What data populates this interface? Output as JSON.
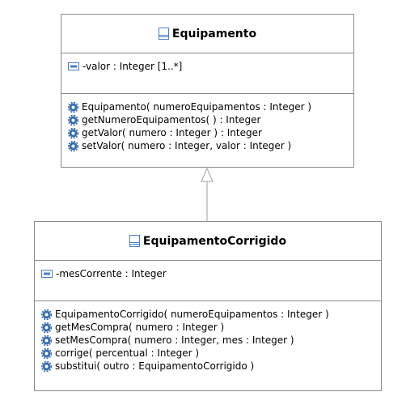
{
  "classes": {
    "equipamento": {
      "name": "Equipamento",
      "attributes": [
        "-valor : Integer [1..*]"
      ],
      "operations": [
        "Equipamento( numeroEquipamentos : Integer )",
        "getNumeroEquipamentos(  ) : Integer",
        "getValor( numero : Integer ) : Integer",
        "setValor( numero : Integer, valor : Integer )"
      ]
    },
    "equipamento_corrigido": {
      "name": "EquipamentoCorrigido",
      "attributes": [
        "-mesCorrente : Integer"
      ],
      "operations": [
        "EquipamentoCorrigido( numeroEquipamentos : Integer )",
        "getMesCompra( numero : Integer )",
        "setMesCompra( numero : Integer, mes : Integer )",
        "corrige( percentual : Integer )",
        "substitui( outro : EquipamentoCorrigido )"
      ]
    }
  },
  "relations": [
    {
      "type": "generalization",
      "from": "EquipamentoCorrigido",
      "to": "Equipamento"
    }
  ],
  "icons": {
    "class": "class-icon",
    "attribute": "attribute-icon",
    "operation": "operation-gear-icon"
  },
  "colors": {
    "border": "#8c8c8c",
    "class_icon": "#4a7fc1",
    "attribute_icon": "#4a7fc1",
    "operation_icon": "#3b6ea8"
  }
}
